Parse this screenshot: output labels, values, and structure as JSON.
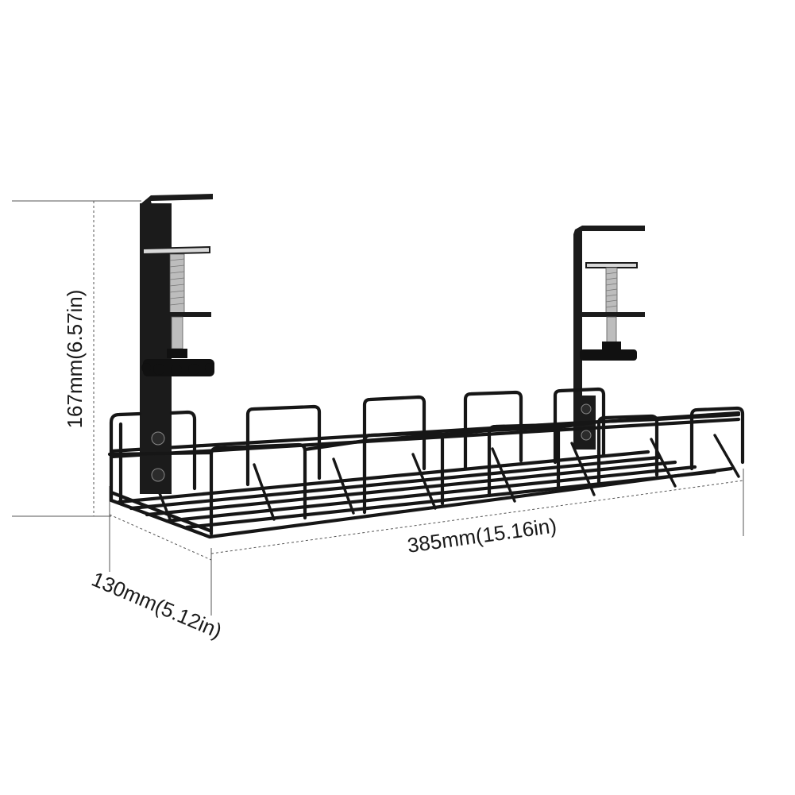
{
  "dimensions": {
    "height_label": "167mm(6.57in)",
    "length_label": "385mm(15.16in)",
    "depth_label": "130mm(5.12in)"
  }
}
